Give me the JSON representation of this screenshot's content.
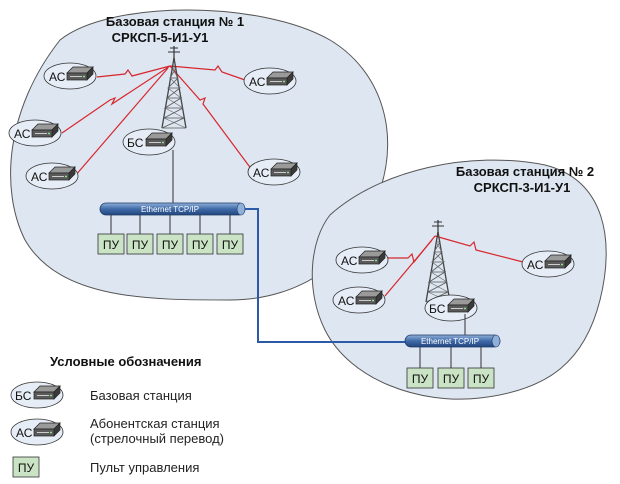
{
  "station1": {
    "title_line1": "Базовая станция № 1",
    "title_line2": "СРКСП-5-И1-У1",
    "bs_label": "БС",
    "as_label": "АС",
    "bus_label": "Ethernet TCP/IP",
    "pu_label": "ПУ",
    "pu_count": 5,
    "as_count": 5
  },
  "station2": {
    "title_line1": "Базовая станция № 2",
    "title_line2": "СРКСП-3-И1-У1",
    "bs_label": "БС",
    "as_label": "АС",
    "bus_label": "Ethernet TCP/IP",
    "pu_label": "ПУ",
    "pu_count": 3,
    "as_count": 3
  },
  "legend": {
    "title": "Условные обозначения",
    "items": [
      {
        "symbol": "БС",
        "text": "Базовая станция"
      },
      {
        "symbol": "АС",
        "text": "Абонентская станция",
        "text2": "(стрелочный перевод)"
      },
      {
        "symbol": "ПУ",
        "text": "Пульт управления"
      }
    ]
  },
  "colors": {
    "cloud_fill": "#dde6f1",
    "radio_link": "#d9262c",
    "pu_fill": "#c9e3c4",
    "bus_fill": "#4a77b4",
    "wire": "#2d5aa8"
  }
}
